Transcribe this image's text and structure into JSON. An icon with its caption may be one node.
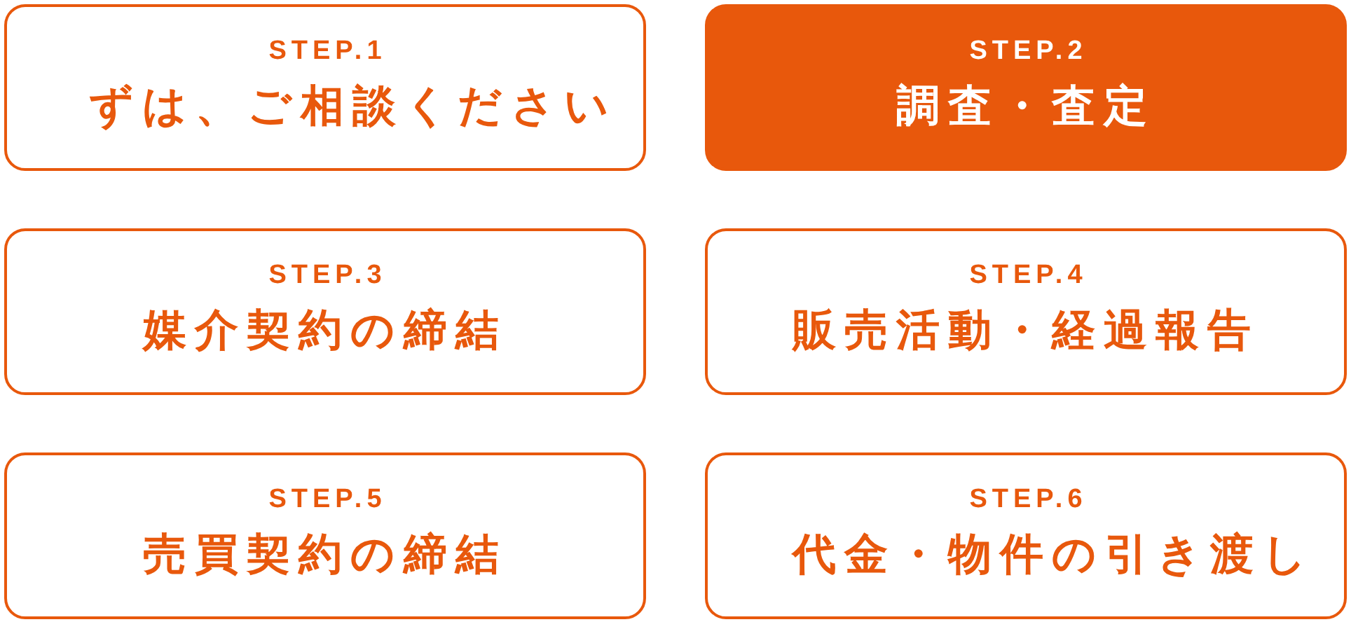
{
  "diagram": {
    "nodes": [
      {
        "text": [
          "STEP.1",
          "ずは、ご相談ください"
        ]
      },
      {
        "text": [
          "STEP.2",
          "調査・査定"
        ]
      },
      {
        "text": [
          "STEP.3",
          "媒介契約の締結"
        ]
      },
      {
        "text": [
          "STEP.4",
          "販売活動・経過報告"
        ]
      },
      {
        "text": [
          "STEP.5",
          "売買契約の締結"
        ]
      },
      {
        "text": [
          "STEP.6",
          "代金・物件の引き渡し"
        ]
      }
    ]
  }
}
